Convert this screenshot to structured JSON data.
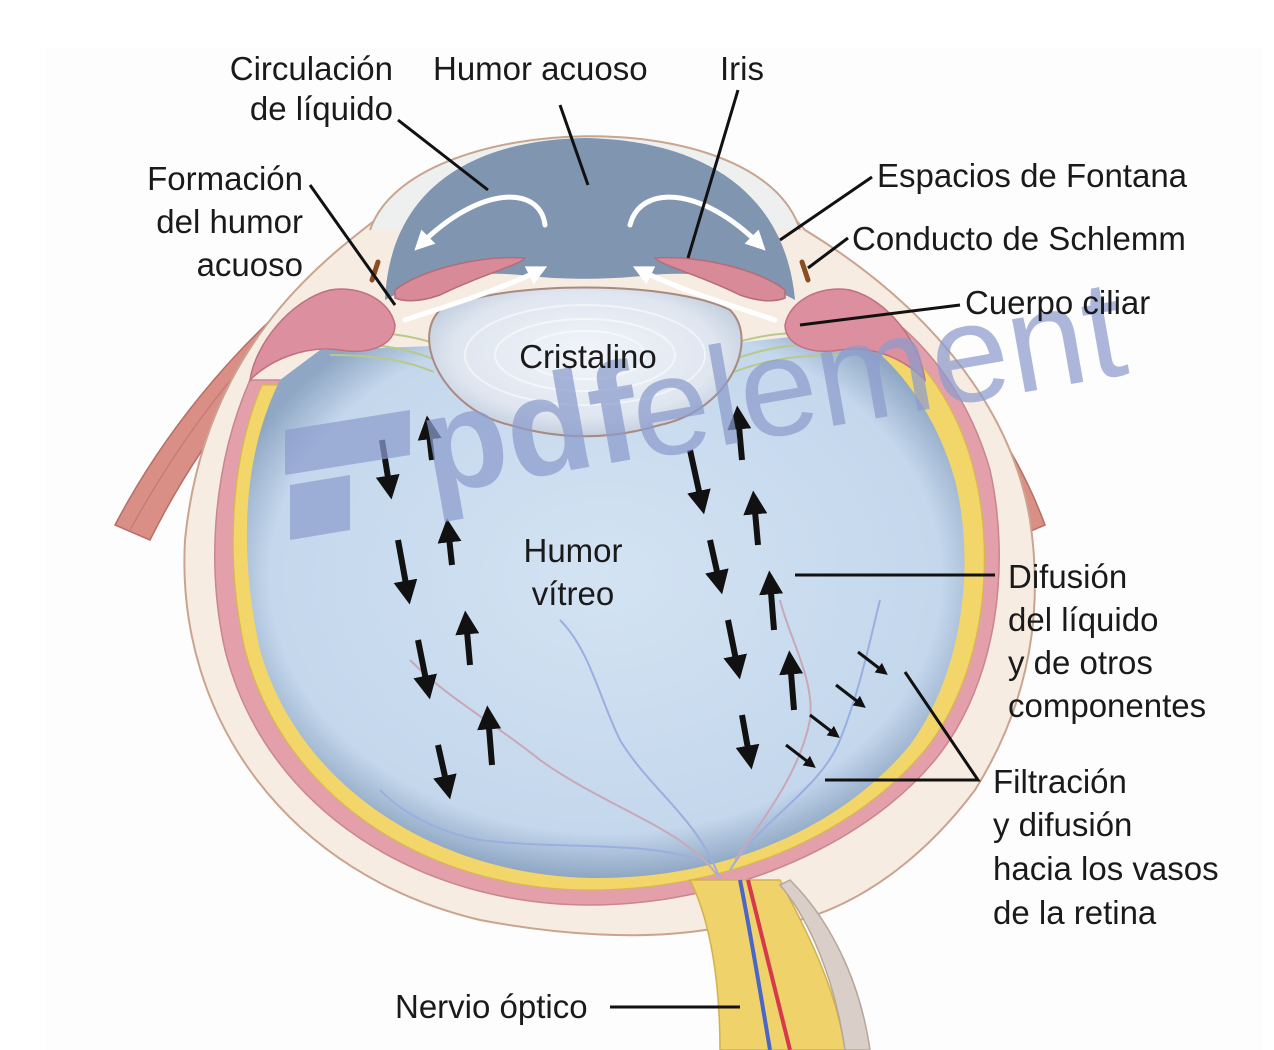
{
  "diagram": {
    "title": "Eye fluid circulation (humor acuoso y humor vítreo)",
    "labels": {
      "circulacion": [
        "Circulación",
        "de líquido"
      ],
      "humor_acuoso": "Humor acuoso",
      "iris": "Iris",
      "formacion": [
        "Formación",
        "del humor",
        "acuoso"
      ],
      "espacios": "Espacios de Fontana",
      "schlemm": "Conducto de Schlemm",
      "cuerpo_ciliar": "Cuerpo ciliar",
      "cristalino": "Cristalino",
      "humor_vitreo": [
        "Humor",
        "vítreo"
      ],
      "difusion": [
        "Difusión",
        "del líquido",
        "y de otros",
        "componentes"
      ],
      "filtracion": [
        "Filtración",
        "y difusión",
        "hacia los vasos",
        "de la retina"
      ],
      "nervio": "Nervio óptico"
    },
    "watermark": {
      "part1": "pdf",
      "part2": "element"
    },
    "colors": {
      "vitreous": "#c9dcef",
      "aqueous": "#7f95b0",
      "sclera": "#f7ece2",
      "choroid": "#e3a0aa",
      "retina": "#f2d66a",
      "ciliary": "#dc8f9e",
      "muscle": "#d98e86",
      "nerve": "#f0d26a",
      "watermark": "#8c9ccd"
    }
  }
}
